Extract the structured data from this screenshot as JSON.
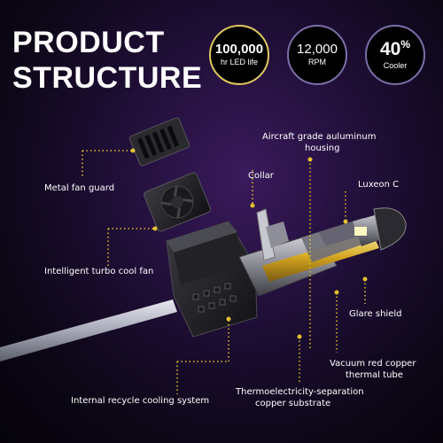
{
  "header": {
    "title_line1": "PRODUCT",
    "title_line2": "STRUCTURE"
  },
  "badges": [
    {
      "value": "100,000",
      "unit": "hr LED life"
    },
    {
      "value": "12,000",
      "unit": "RPM"
    },
    {
      "value": "40",
      "value_suffix": "%",
      "unit": "Cooler"
    }
  ],
  "parts": {
    "aluminum_housing": "Aircraft grade auluminum",
    "aluminum_housing_line2": "housing",
    "collar": "Collar",
    "luxeon": "Luxeon C",
    "metal_fan_guard": "Metal fan guard",
    "turbo_fan": "Intelligent turbo cool fan",
    "glare_shield": "Glare shield",
    "vacuum_tube_line1": "Vacuum red copper",
    "vacuum_tube_line2": "thermal tube",
    "recycle_cooling": "Internal recycle cooling system",
    "copper_substrate_line1": "Thermoelectricity-separation",
    "copper_substrate_line2": "copper substrate"
  },
  "colors": {
    "accent_gold": "#e3c030",
    "badge_ring": "#7a6fa8",
    "background": "#1e0e35"
  }
}
